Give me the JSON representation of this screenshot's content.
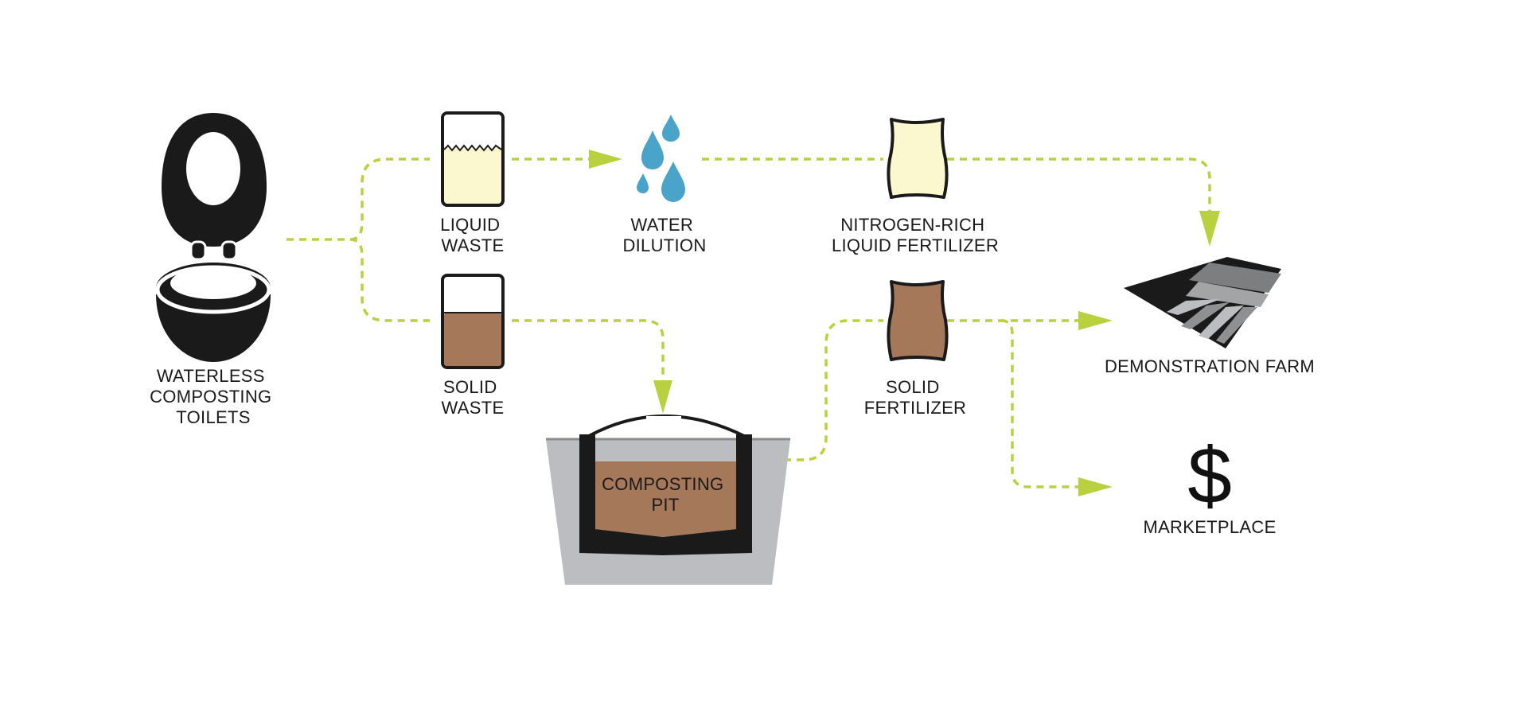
{
  "nodes": {
    "toilets": {
      "label_lines": [
        "WATERLESS",
        "COMPOSTING",
        "TOILETS"
      ]
    },
    "liquid_waste": {
      "label_lines": [
        "LIQUID",
        "WASTE"
      ]
    },
    "solid_waste": {
      "label_lines": [
        "SOLID",
        "WASTE"
      ]
    },
    "water_dilution": {
      "label_lines": [
        "WATER",
        "DILUTION"
      ]
    },
    "liquid_fertilizer": {
      "label_lines": [
        "NITROGEN-RICH",
        "LIQUID FERTILIZER"
      ]
    },
    "solid_fertilizer": {
      "label_lines": [
        "SOLID",
        "FERTILIZER"
      ]
    },
    "composting_pit": {
      "label_lines": [
        "COMPOSTING",
        "PIT"
      ]
    },
    "demonstration_farm": {
      "label_lines": [
        "DEMONSTRATION FARM"
      ]
    },
    "marketplace": {
      "label_lines": [
        "MARKETPLACE"
      ],
      "symbol": "$"
    }
  },
  "colors": {
    "flow": "#b9d13e",
    "liquid": "#fbf8cf",
    "solid": "#a6785a",
    "water": "#4aa3c8",
    "ground": "#bcbdc0",
    "ink": "#1a1a1a"
  }
}
